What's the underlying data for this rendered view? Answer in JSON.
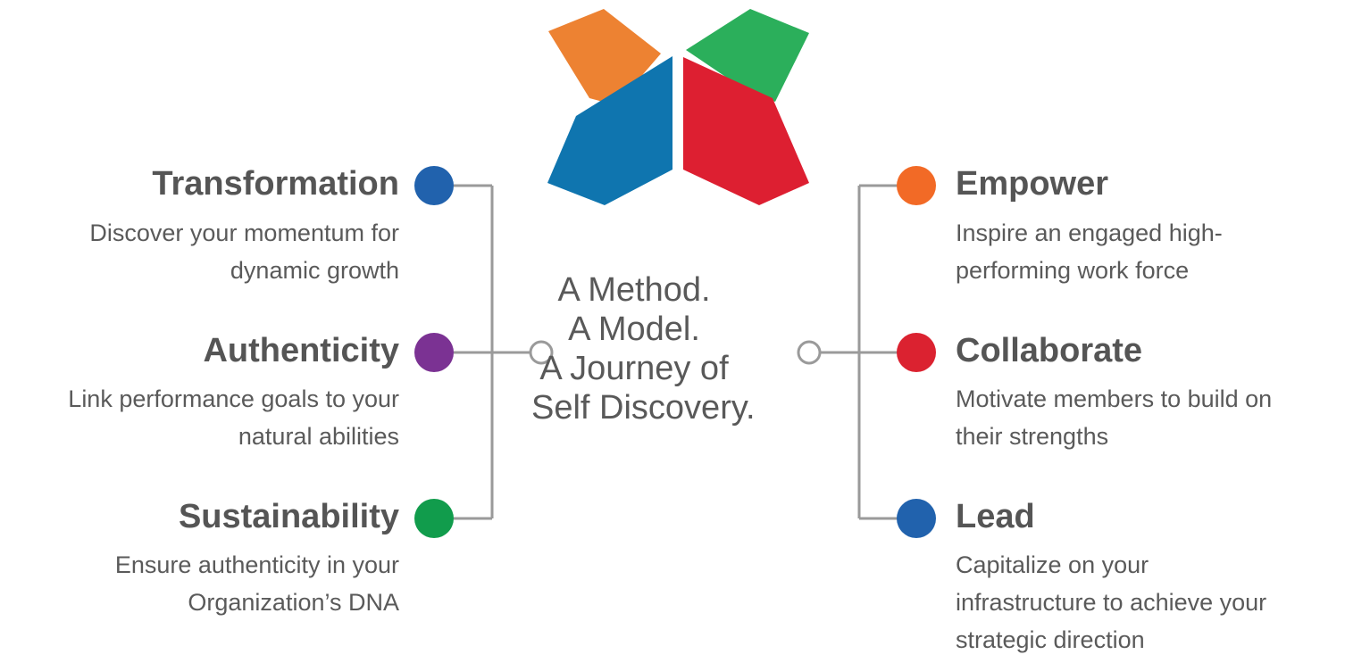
{
  "center": {
    "lines": [
      "A Method.",
      "A Model.",
      "A Journey of",
      "Self Discovery."
    ]
  },
  "left_items": [
    {
      "title": "Transformation",
      "desc_lines": [
        "Discover your momentum for",
        "dynamic growth"
      ],
      "color": "#2162ad"
    },
    {
      "title": "Authenticity",
      "desc_lines": [
        "Link performance goals to your",
        "natural abilities"
      ],
      "color": "#7b3293"
    },
    {
      "title": "Sustainability",
      "desc_lines": [
        "Ensure authenticity in your",
        "Organization’s DNA"
      ],
      "color": "#119c4c"
    }
  ],
  "right_items": [
    {
      "title": "Empower",
      "desc_lines": [
        "Inspire an engaged high-",
        "performing work force"
      ],
      "color": "#f26a26"
    },
    {
      "title": "Collaborate",
      "desc_lines": [
        "Motivate members to build on",
        "their strengths"
      ],
      "color": "#db2230"
    },
    {
      "title": "Lead",
      "desc_lines": [
        "Capitalize on your",
        "infrastructure to achieve your",
        "strategic direction"
      ],
      "color": "#2162ad"
    }
  ],
  "colors": {
    "connector": "#9a9a9a",
    "text": "#595959",
    "logo_orange": "#ed8232",
    "logo_green": "#2baf5b",
    "logo_blue": "#0f75af",
    "logo_red": "#dd1f31"
  }
}
